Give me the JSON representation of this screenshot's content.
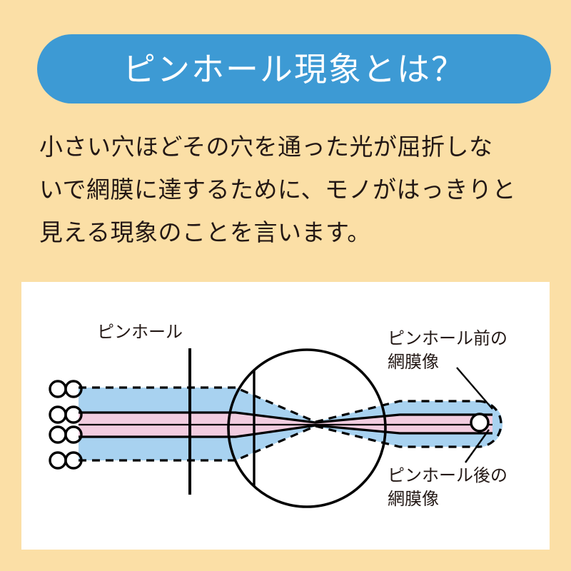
{
  "page": {
    "background_color": "#fbdfa6"
  },
  "banner": {
    "title": "ピンホール現象とは？",
    "background_color": "#3d9ad4",
    "text_color": "#ffffff"
  },
  "body": {
    "lines": [
      "小さい穴ほどその穴を通った光が屈折しな",
      "いで網膜に達するために、モノがはっきりと",
      "見える現象のことを言います。"
    ],
    "text_color": "#231815"
  },
  "diagram": {
    "panel_background": "#ffffff",
    "colors": {
      "wide_beam": "#a8d2f0",
      "narrow_beam": "#f2cde0",
      "stroke": "#000000",
      "image_dot_fill": "#ffffff"
    },
    "labels": {
      "pinhole": "ピンホール",
      "before_line1": "ピンホール前の",
      "before_line2": "網膜像",
      "after_line1": "ピンホール後の",
      "after_line2": "網膜像"
    },
    "source_glyphs": {
      "symbol": "∞",
      "count": 4
    }
  }
}
